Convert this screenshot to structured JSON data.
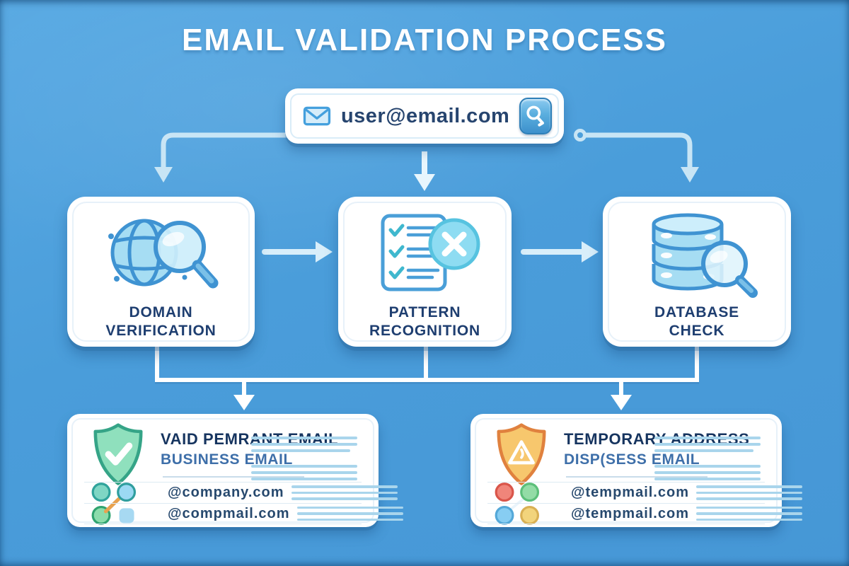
{
  "title": "EMAIL VALIDATION PROCESS",
  "email_input": {
    "value": "user@email.com",
    "leading_icon": "envelope-icon",
    "button_icon": "magnifier-icon"
  },
  "steps": [
    {
      "line1": "DOMAIN",
      "line2": "VERIFICATION",
      "icon": "globe-magnifier-icon"
    },
    {
      "line1": "PATTERN",
      "line2": "RECOGNITION",
      "icon": "checklist-x-icon"
    },
    {
      "line1": "DATABASE",
      "line2": "CHECK",
      "icon": "database-magnifier-icon"
    }
  ],
  "results": [
    {
      "icon": "shield-check-icon",
      "heading": "VAID PEMRANT EMAIL",
      "subheading": "BUSINESS EMAIL",
      "entries": [
        "@company.com",
        "@compmail.com"
      ]
    },
    {
      "icon": "shield-warning-icon",
      "heading": "TEMPORARY ADDRESS",
      "subheading": "DISP(SESS EMAIL",
      "entries": [
        "@tempmail.com",
        "@tempmail.com"
      ]
    }
  ],
  "colors": {
    "background": "#4a9dda",
    "card_white": "#ffffff",
    "text_navy": "#1e3e70",
    "text_heading": "#16345f",
    "text_subheading": "#3e6fa9",
    "arrow_pale": "#cfe9f7",
    "connector_white": "#ffffff",
    "icon_blue_stroke": "#3f93d2",
    "icon_blue_fill": "#a6ddf3",
    "shield_valid_fill": "#8fe0bd",
    "shield_valid_border": "#35a487",
    "shield_temp_fill": "#f7c76d",
    "shield_temp_border": "#e0813e",
    "cluster_orange_link": "#e8a24f",
    "dot_red": "#f0857a",
    "dot_green": "#93dca6",
    "dot_blue": "#87cdf2",
    "dot_yellow": "#f2d47c",
    "dot_teal": "#7fd6c4",
    "placeholder_line": "#a9d5ec"
  }
}
